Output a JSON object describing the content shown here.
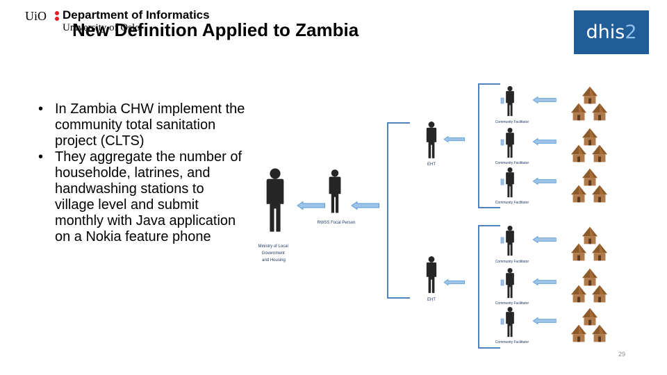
{
  "header": {
    "logo_mark": "UiO",
    "department": "Department of Informatics",
    "university": "University of Oslo",
    "title": "New Definition Applied to Zambia",
    "dhis_logo_main": "dhis",
    "dhis_logo_num": "2"
  },
  "bullets": [
    "In Zambia CHW implement the community total sanitation project (CLTS)",
    "They aggregate the number of householde, latrines, and handwashing stations to village level and submit monthly with Java application on a Nokia feature phone"
  ],
  "diagram": {
    "ministry_lines": [
      "Ministry of Local",
      "Government",
      "and Housing"
    ],
    "rwss_label": "RWSS Focal Person",
    "eht_label": "EHT",
    "facilitator_label": "Community Facilitator"
  },
  "colors": {
    "accent_red": "#e11b22",
    "dhis_blue": "#215e99",
    "arrow_fill": "#9dc3e6",
    "arrow_stroke": "#5b9bd5",
    "bracket": "#4f81bd",
    "hut_roof": "#8b5a2b",
    "hut_wall": "#b07a4a"
  },
  "page_number": "29"
}
